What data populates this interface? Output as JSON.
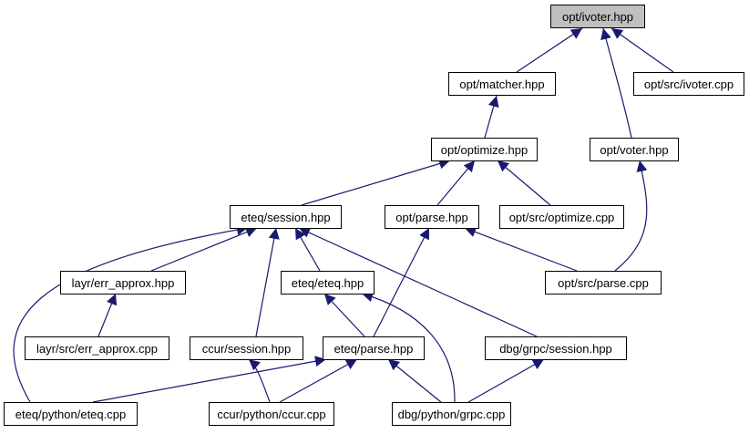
{
  "colors": {
    "edge": "#191970",
    "node_border": "#000000",
    "root_fill": "#bfbfbf",
    "node_fill": "#ffffff"
  },
  "nodes": {
    "ivoter_hpp": "opt/ivoter.hpp",
    "matcher_hpp": "opt/matcher.hpp",
    "src_ivoter_cpp": "opt/src/ivoter.cpp",
    "optimize_hpp": "opt/optimize.hpp",
    "voter_hpp": "opt/voter.hpp",
    "session_hpp": "eteq/session.hpp",
    "parse_hpp": "opt/parse.hpp",
    "src_optimize_cpp": "opt/src/optimize.cpp",
    "err_approx_hpp": "layr/err_approx.hpp",
    "eteq_hpp": "eteq/eteq.hpp",
    "src_parse_cpp": "opt/src/parse.cpp",
    "src_err_approx_cpp": "layr/src/err_approx.cpp",
    "ccur_session_hpp": "ccur/session.hpp",
    "eteq_parse_hpp": "eteq/parse.hpp",
    "grpc_session_hpp": "dbg/grpc/session.hpp",
    "python_eteq_cpp": "eteq/python/eteq.cpp",
    "python_ccur_cpp": "ccur/python/ccur.cpp",
    "python_grpc_cpp": "dbg/python/grpc.cpp"
  }
}
